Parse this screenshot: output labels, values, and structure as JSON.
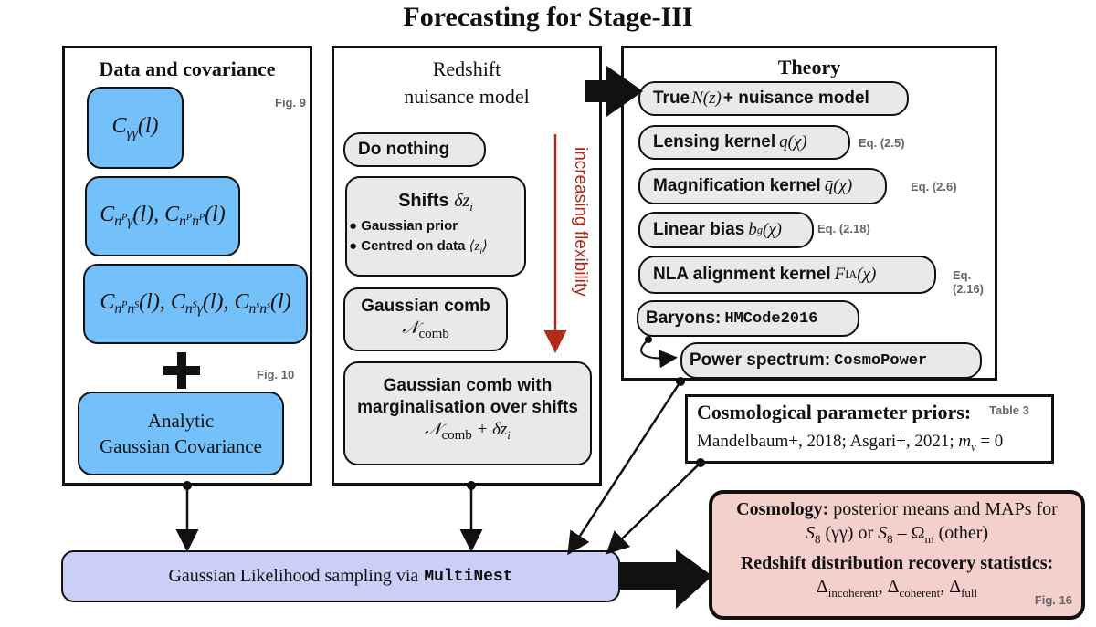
{
  "title": "Forecasting for Stage-III",
  "data_panel": {
    "title": "Data and covariance",
    "fig9_ref": "Fig. 9",
    "fig10_ref": "Fig. 10",
    "box1": "C_γγ(l)",
    "box2": "C_nPγ(l), C_nPnP(l)",
    "box3": "C_nPnS(l), C_nSγ(l), C_nSnS(l)",
    "plus": "+",
    "covariance_line1": "Analytic",
    "covariance_line2": "Gaussian Covariance"
  },
  "redshift_panel": {
    "title_line1": "Redshift",
    "title_line2": "nuisance model",
    "do_nothing": "Do nothing",
    "shifts_title": "Shifts",
    "shifts_math": "δz",
    "shifts_sub": "i",
    "bullet1": "Gaussian prior",
    "bullet2": "Centred on data",
    "bullet2_math": "⟨z",
    "comb_title": "Gaussian comb",
    "comb_math": "𝒩",
    "comb_sub": "comb",
    "comb_shift_line1": "Gaussian comb with",
    "comb_shift_line2": "marginalisation over shifts",
    "comb_shift_math": "𝒩",
    "comb_shift_sub": "comb",
    "comb_shift_plus": " + δz",
    "flexibility_label": "increasing flexibility",
    "flexibility_color": "#b22a1a"
  },
  "theory_panel": {
    "title": "Theory",
    "items": [
      {
        "text": "True ",
        "math": "N(z)",
        "suffix": " + nuisance model",
        "ref": ""
      },
      {
        "text": "Lensing kernel ",
        "math": "q(χ)",
        "suffix": "",
        "ref": "Eq. (2.5)"
      },
      {
        "text": "Magnification kernel ",
        "math": "q̄(χ)",
        "suffix": "",
        "ref": "Eq. (2.6)"
      },
      {
        "text": "Linear bias ",
        "math": "b",
        "sub": "g",
        "suffix_math": "(χ)",
        "ref": "Eq. (2.18)"
      },
      {
        "text": "NLA alignment kernel ",
        "math": "F",
        "sub": "IA",
        "suffix_math": "(χ)",
        "ref": "Eq. (2.16)"
      }
    ],
    "baryons_label": "Baryons: ",
    "baryons_code": "HMCode2016",
    "power_label": "Power spectrum: ",
    "power_code": "CosmoPower"
  },
  "priors_box": {
    "title": "Cosmological parameter priors:",
    "ref": "Table 3",
    "line2_text": "Mandelbaum+, 2018; Asgari+, 2021; ",
    "line2_math": "m",
    "line2_sub": "ν",
    "line2_end": " = 0"
  },
  "likelihood_box": {
    "text": "Gaussian Likelihood sampling via ",
    "code": "MultiNest"
  },
  "results_box": {
    "cosmology_label": "Cosmology:",
    "cosmology_text": " posterior means and MAPs for",
    "line2_a": "S",
    "line2_a_sub": "8",
    "line2_b": " (γγ) or ",
    "line2_c": "S",
    "line2_c_sub": "8",
    "line2_d": " – Ω",
    "line2_d_sub": "m",
    "line2_e": " (other)",
    "redshift_label": "Redshift distribution recovery statistics:",
    "delta1_sub": "incoherent",
    "delta2_sub": "coherent",
    "delta3_sub": "full",
    "delta": "Δ",
    "ref": "Fig. 16"
  },
  "colors": {
    "data_box": "#74c0fb",
    "nuisance_box": "#e9e9e9",
    "likelihood_box": "#c9cff6",
    "results_box": "#f3d0cb",
    "flexibility_arrow": "#b22a1a"
  }
}
